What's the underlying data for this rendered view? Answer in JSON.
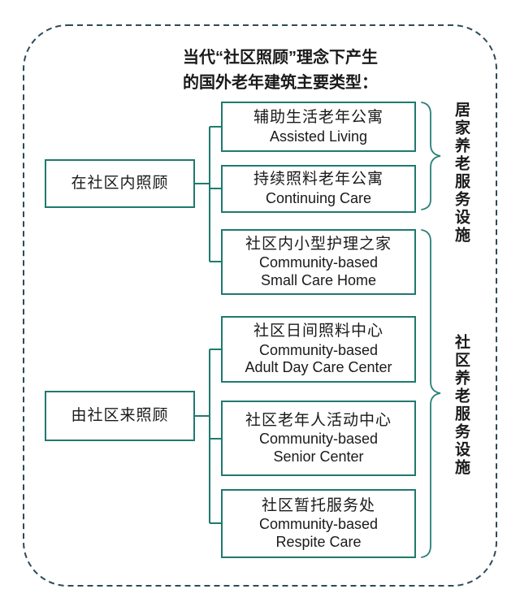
{
  "title": {
    "line1": "当代“社区照顾”理念下产生",
    "line2": "的国外老年建筑主要类型："
  },
  "left_boxes": [
    {
      "label": "在社区内照顾"
    },
    {
      "label": "由社区来照顾"
    }
  ],
  "right_boxes": [
    {
      "zh": "辅助生活老年公寓",
      "en1": "Assisted Living"
    },
    {
      "zh": "持续照料老年公寓",
      "en1": "Continuing Care"
    },
    {
      "zh": "社区内小型护理之家",
      "en1": "Community-based",
      "en2": "Small Care Home"
    },
    {
      "zh": "社区日间照料中心",
      "en1": "Community-based",
      "en2": "Adult Day Care Center"
    },
    {
      "zh": "社区老年人活动中心",
      "en1": "Community-based",
      "en2": "Senior Center"
    },
    {
      "zh": "社区暂托服务处",
      "en1": "Community-based",
      "en2": "Respite Care"
    }
  ],
  "side_labels": [
    {
      "text": "居家养老服务设施"
    },
    {
      "text": "社区养老服务设施"
    }
  ],
  "colors": {
    "box_border": "#1f7a6e",
    "line": "#1f7a6e",
    "brace": "#2a8078",
    "dashed_border": "#2c4a5a",
    "text": "#1a1a1a",
    "background": "#ffffff"
  }
}
